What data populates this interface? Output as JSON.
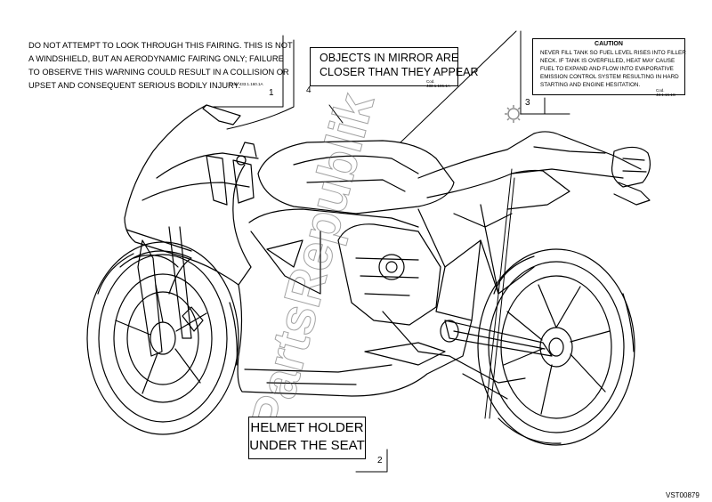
{
  "labels": {
    "l1": {
      "lines": [
        "DO NOT ATTEMPT TO LOOK THROUGH THIS FAIRING. THIS IS NOT",
        "A WINDSHIELD, BUT AN AERODYNAMIC FAIRING ONLY; FAILURE",
        "TO OBSERVE THIS WARNING COULD RESULT IN A COLLISION OR",
        "UPSET AND CONSEQUENT SERIOUS BODILY INJURY."
      ],
      "code": "Cod. 433.1.160.1A",
      "ref": "1"
    },
    "l4": {
      "lines": [
        "OBJECTS IN MIRROR ARE",
        "CLOSER THAN THEY APPEAR"
      ],
      "code": "Cod. 433.1.186.1A",
      "ref": "4"
    },
    "l3": {
      "title": "CAUTION",
      "lines": [
        "NEVER FILL TANK SO FUEL LEVEL RISES INTO FILLER",
        "NECK. IF TANK IS OVERFILLED, HEAT MAY CAUSE",
        "FUEL TO EXPAND AND FLOW INTO EVAPORATIVE",
        "EMISSION CONTROL SYSTEM RESULTING IN HARD",
        "STARTING AND ENGINE HESITATION."
      ],
      "code": "Cod. 43.1.16.1C",
      "ref": "3"
    },
    "l2": {
      "lines": [
        "HELMET HOLDER",
        "UNDER THE SEAT"
      ],
      "ref": "2"
    }
  },
  "watermark": "PartsRepublik",
  "figure_code": "VST00879"
}
